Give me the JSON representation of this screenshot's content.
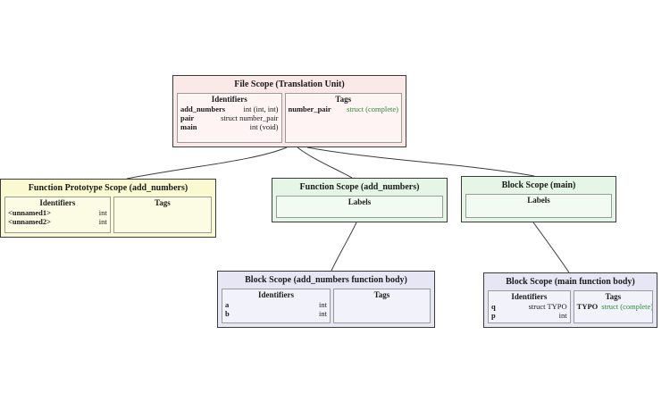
{
  "colors": {
    "edge": "#3c3c3c",
    "node_border": "#3c3c3c",
    "cell_border": "#9a9a9a",
    "green_type_text": "#2e8b3a",
    "file_scope_fill": "#fbe9e7",
    "prototype_scope_fill": "#fafad2",
    "function_scope_fill": "#e6f6e6",
    "block_body_fill": "#e6e6f4"
  },
  "file_scope": {
    "title": "File Scope (Translation Unit)",
    "identifiers_header": "Identifiers",
    "tags_header": "Tags",
    "identifiers": [
      {
        "name": "add_numbers",
        "type": "int (int, int)"
      },
      {
        "name": "pair",
        "type": "struct number_pair"
      },
      {
        "name": "main",
        "type": "int (void)"
      }
    ],
    "tags": [
      {
        "name": "number_pair",
        "type": "struct (complete)"
      }
    ]
  },
  "prototype_scope": {
    "title": "Function Prototype Scope (add_numbers)",
    "identifiers_header": "Identifiers",
    "tags_header": "Tags",
    "identifiers": [
      {
        "name": "<unnamed1>",
        "type": "int"
      },
      {
        "name": "<unnamed2>",
        "type": "int"
      }
    ],
    "tags": []
  },
  "function_scope_add_numbers": {
    "title": "Function Scope (add_numbers)",
    "labels_header": "Labels"
  },
  "block_scope_main": {
    "title": "Block Scope (main)",
    "labels_header": "Labels"
  },
  "block_scope_add_numbers_body": {
    "title": "Block Scope (add_numbers function body)",
    "identifiers_header": "Identifiers",
    "tags_header": "Tags",
    "identifiers": [
      {
        "name": "a",
        "type": "int"
      },
      {
        "name": "b",
        "type": "int"
      }
    ],
    "tags": []
  },
  "block_scope_main_body": {
    "title": "Block Scope (main function body)",
    "identifiers_header": "Identifiers",
    "tags_header": "Tags",
    "identifiers": [
      {
        "name": "q",
        "type": "struct TYPO"
      },
      {
        "name": "p",
        "type": "int"
      }
    ],
    "tags": [
      {
        "name": "TYPO",
        "type": "struct (complete)"
      }
    ]
  }
}
